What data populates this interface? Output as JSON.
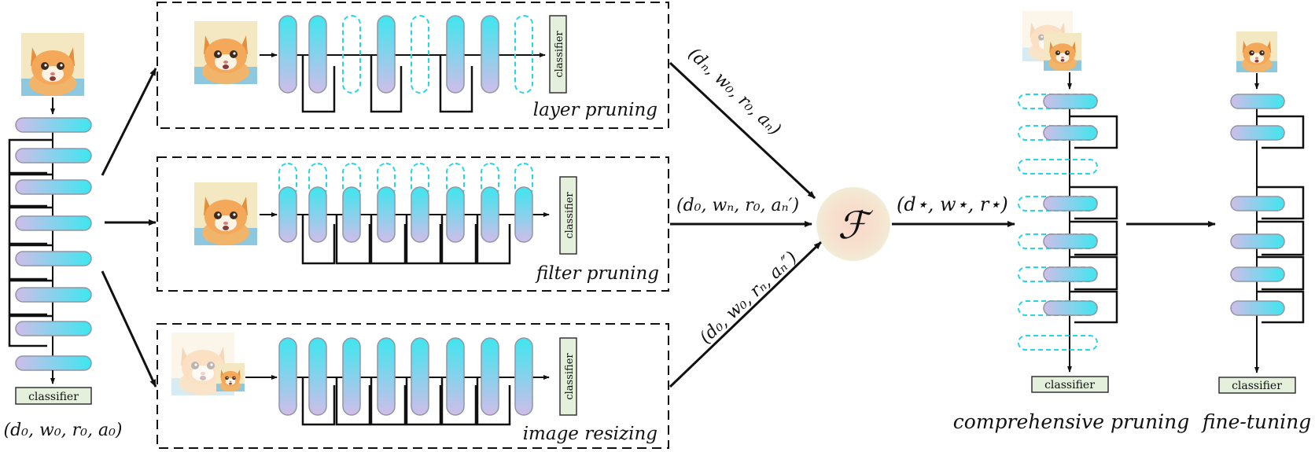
{
  "labels": {
    "classifier": "classifier",
    "layer_pruning": "layer pruning",
    "filter_pruning": "filter pruning",
    "image_resizing": "image resizing",
    "comprehensive_pruning": "comprehensive pruning",
    "fine_tuning": "fine-tuning",
    "operator": "ℱ"
  },
  "math": {
    "original_params": "(d₀, w₀, r₀, a₀)",
    "layer_params": "(dₙ, w₀, r₀, aₙ)",
    "filter_params": "(d₀, wₙ, r₀, aₙ′)",
    "image_params": "(d₀, w₀, rₙ, aₙ″)",
    "optimal_params": "(d⋆, w⋆, r⋆)"
  },
  "icons": [
    "kitten-image-icon",
    "arrow-icon"
  ],
  "colors": {
    "block_top": "#3fe6ef",
    "block_bottom": "#c9b6e6",
    "pruned_dash": "#27d6e6",
    "classifier_fill": "#e4efdc",
    "operator_fill": "#f8cfc0"
  }
}
